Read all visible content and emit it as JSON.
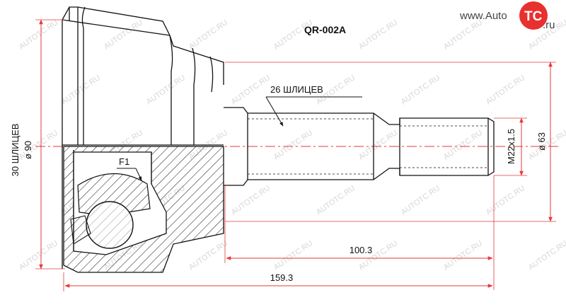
{
  "part_number": "QR-002A",
  "logo": {
    "prefix": "www.Auto",
    "mark": "TC",
    "suffix": ".ru",
    "mark_color": "#e8302e"
  },
  "watermark_text": "AUTOTC.RU",
  "labels": {
    "outer_splines": "30 ШЛИЦЕВ",
    "outer_diameter": "ø 90",
    "shaft_splines": "26 ШЛИЦЕВ",
    "thread": "M22x1.5",
    "seal_diameter": "ø 63",
    "shaft_length": "100.3",
    "total_length": "159.3",
    "fitting_mark": "F1"
  },
  "colors": {
    "line": "#111111",
    "dimension": "#e63a3a",
    "centerline": "#e63a3a",
    "watermark": "#d6d6d6"
  }
}
